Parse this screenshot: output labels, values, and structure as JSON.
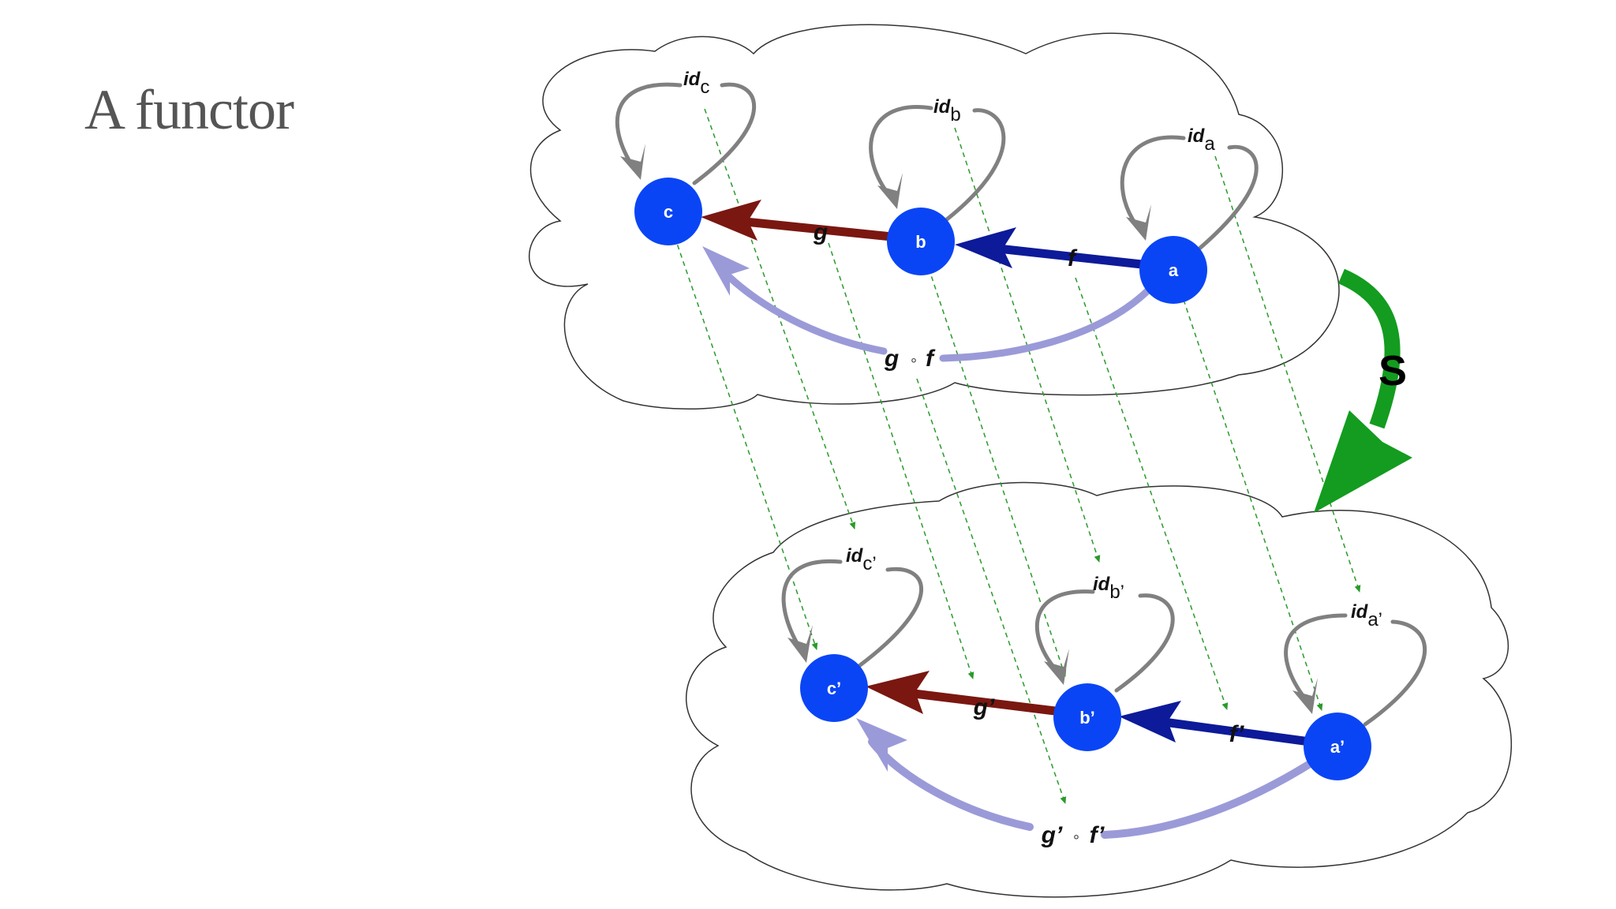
{
  "title": "A functor",
  "functor_label": "S",
  "source_category": {
    "objects": {
      "a": "a",
      "b": "b",
      "c": "c"
    },
    "morphisms": {
      "f": "f",
      "g": "g",
      "g_compose": "g",
      "f_compose": "f"
    },
    "identities": {
      "id_c": {
        "prefix": "id",
        "sub": "c"
      },
      "id_b": {
        "prefix": "id",
        "sub": "b"
      },
      "id_a": {
        "prefix": "id",
        "sub": "a"
      }
    },
    "compose_symbol": "∘"
  },
  "target_category": {
    "objects": {
      "a": "a’",
      "b": "b’",
      "c": "c’"
    },
    "morphisms": {
      "f": "f’",
      "g": "g’",
      "g_compose": "g’",
      "f_compose": "f’"
    },
    "identities": {
      "id_c": {
        "prefix": "id",
        "sub": "c’"
      },
      "id_b": {
        "prefix": "id",
        "sub": "b’"
      },
      "id_a": {
        "prefix": "id",
        "sub": "a’"
      }
    },
    "compose_symbol": "∘"
  },
  "colors": {
    "node": "#0a45f5",
    "morphism_f": "#0d1a99",
    "morphism_g": "#7a1710",
    "composition": "#9b9ad8",
    "identity": "#808080",
    "functor": "#139c1f",
    "mapping": "#2a9a2a",
    "title": "#555555"
  }
}
